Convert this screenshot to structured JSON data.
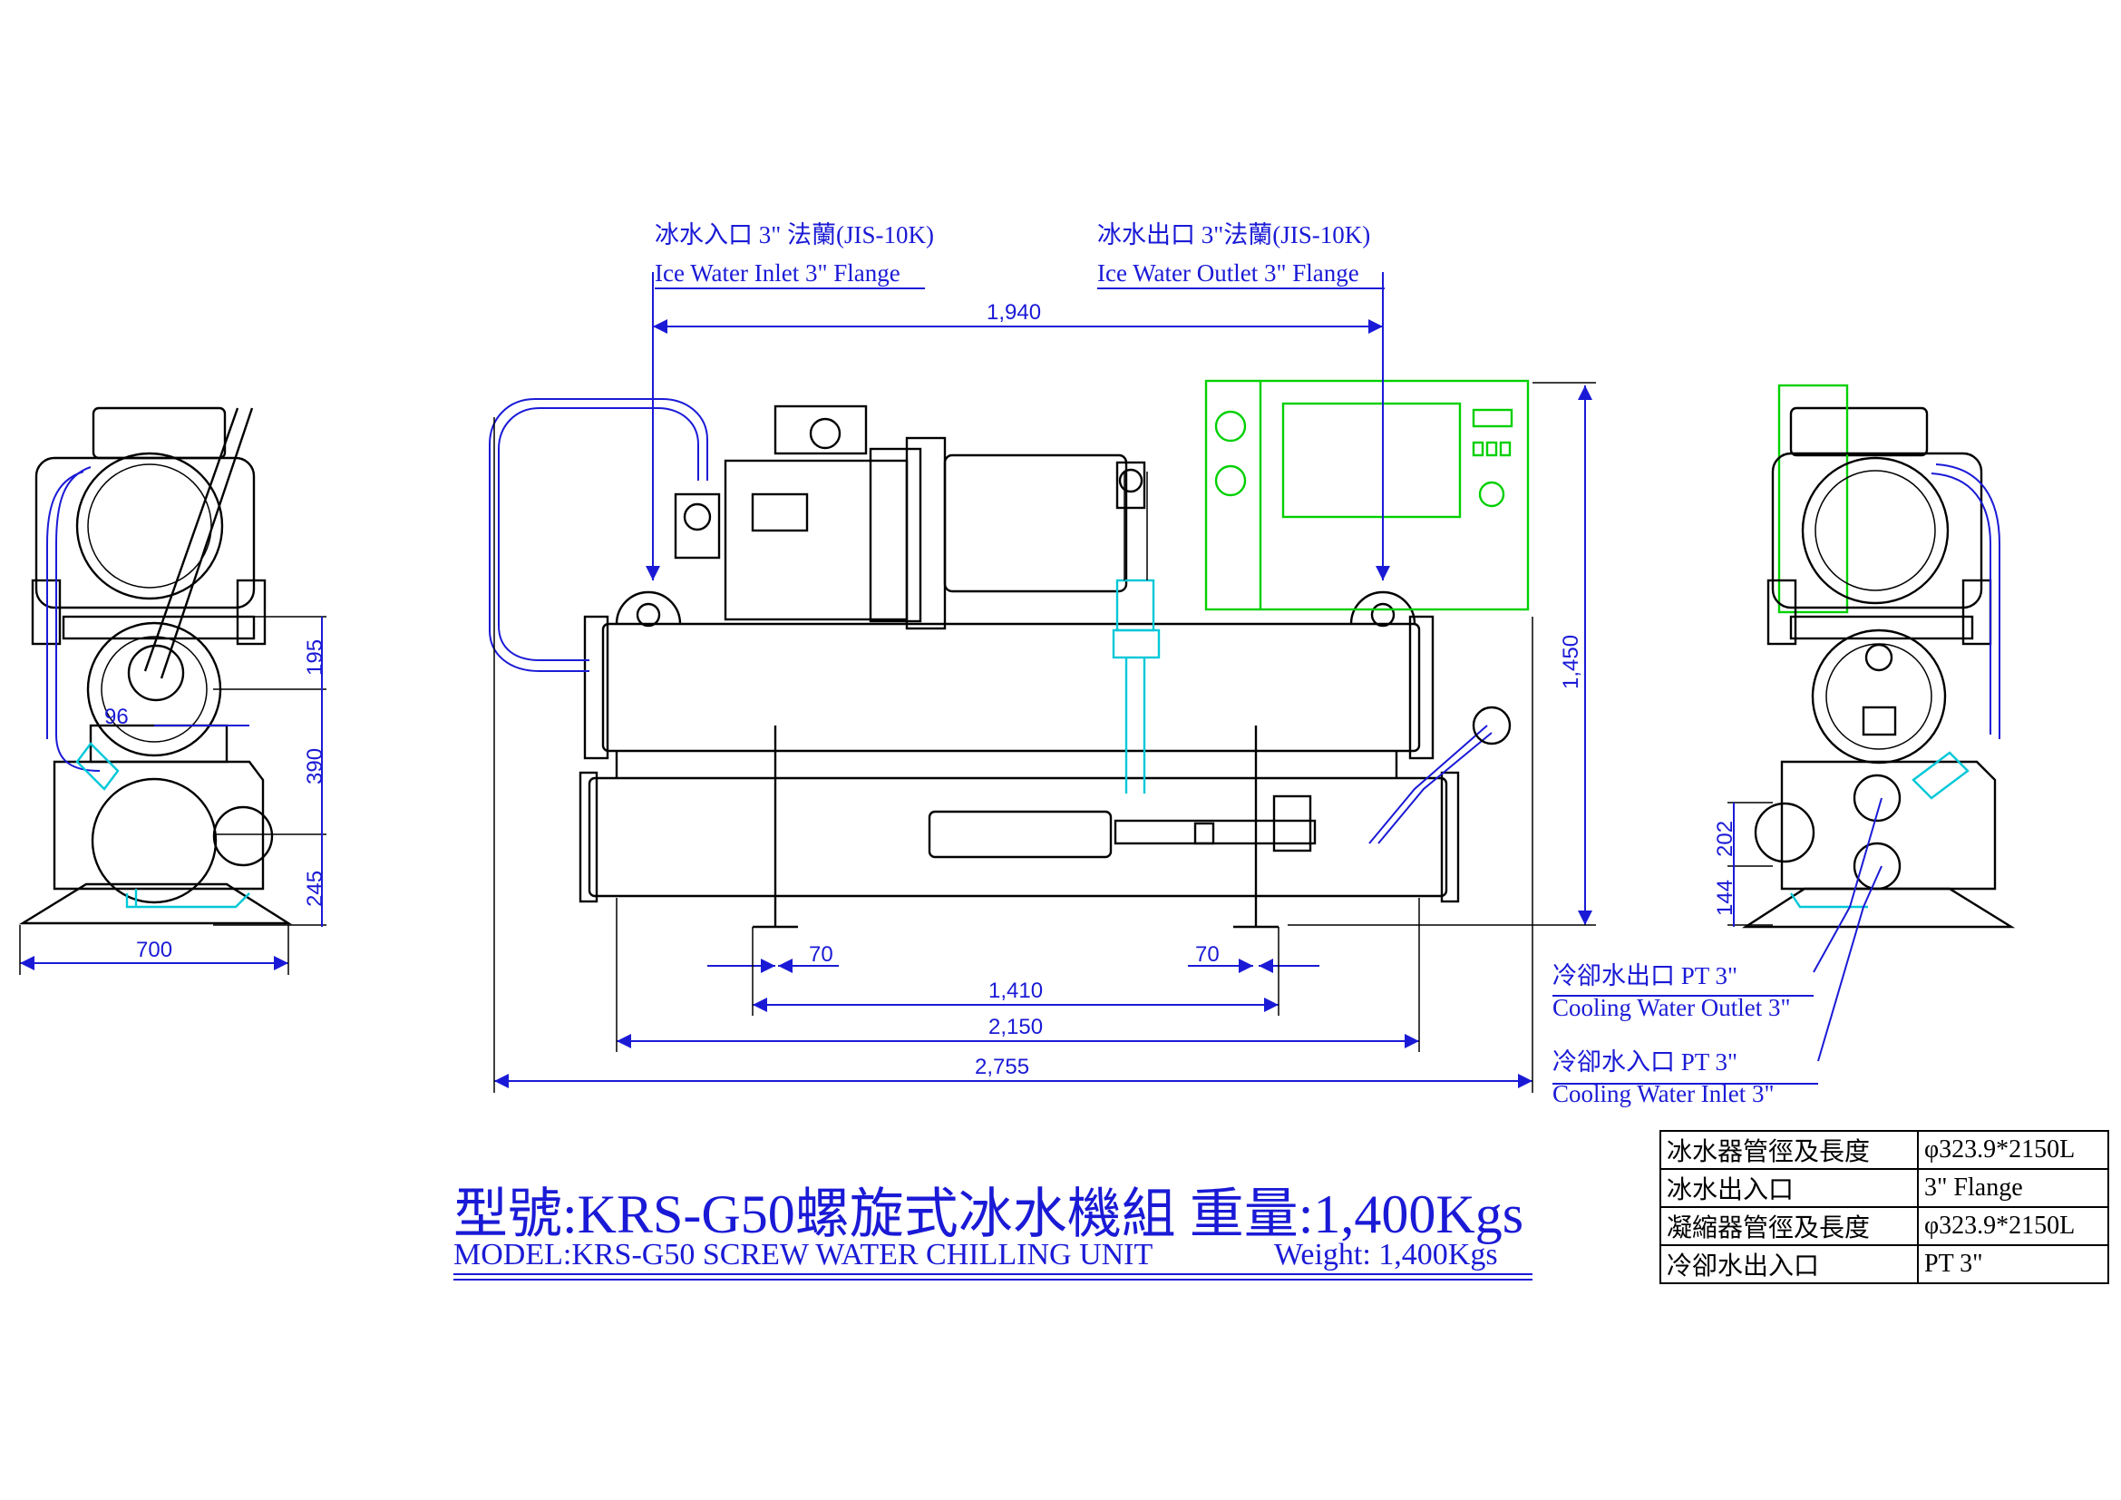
{
  "callouts": {
    "ice_inlet_zh": "冰水入口 3\" 法蘭(JIS-10K)",
    "ice_inlet_en": "Ice Water Inlet 3\" Flange",
    "ice_outlet_zh": "冰水出口 3\"法蘭(JIS-10K)",
    "ice_outlet_en": "Ice Water Outlet 3\" Flange",
    "cool_outlet_zh": "冷卻水出口 PT 3\"",
    "cool_outlet_en": "Cooling Water Outlet 3\"",
    "cool_inlet_zh": "冷卻水入口 PT 3\"",
    "cool_inlet_en": "Cooling Water Inlet 3\""
  },
  "dimensions": {
    "top_span": "1,940",
    "height": "1,450",
    "foot_left": "70",
    "foot_right": "70",
    "span_1410": "1,410",
    "span_2150": "2,150",
    "span_2755": "2,755",
    "side_width": "700",
    "side_195": "195",
    "side_390": "390",
    "side_245": "245",
    "side_96": "96",
    "right_202": "202",
    "right_144": "144"
  },
  "title": {
    "zh": "型號:KRS-G50螺旋式冰水機組  重量:1,400Kgs",
    "en": "MODEL:KRS-G50 SCREW WATER CHILLING UNIT",
    "weight": "Weight:  1,400Kgs"
  },
  "spec_table": [
    {
      "label": "冰水器管徑及長度",
      "value": "φ323.9*2150L"
    },
    {
      "label": "冰水出入口",
      "value": "3\" Flange"
    },
    {
      "label": "凝縮器管徑及長度",
      "value": "φ323.9*2150L"
    },
    {
      "label": "冷卻水出入口",
      "value": "PT 3\""
    }
  ],
  "colors": {
    "annotation": "#1a1ad6",
    "piping": "#00c8d8",
    "control_panel": "#00d000",
    "outline": "#000000"
  }
}
